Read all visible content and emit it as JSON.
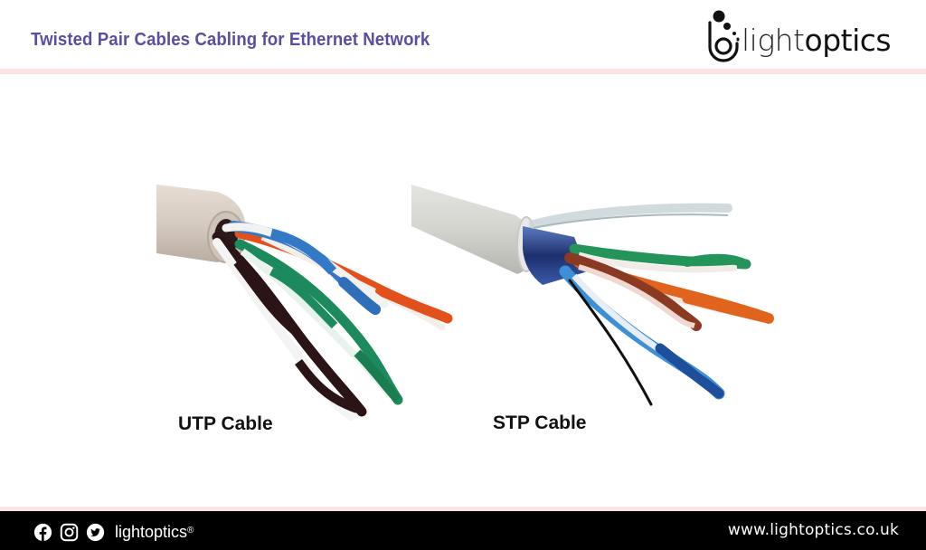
{
  "header": {
    "title": "Twisted Pair Cables Cabling for Ethernet Network",
    "title_color": "#5a4ea0",
    "logo": {
      "text_light": "light",
      "text_bold": "optics",
      "icon": "lightoptics-logo-icon"
    }
  },
  "bands": {
    "color": "#fde4e4"
  },
  "figure": {
    "cables": [
      {
        "label": "UTP Cable",
        "jacket_color": "#d8cfc6",
        "pairs": [
          "blue",
          "orange",
          "green",
          "brown"
        ]
      },
      {
        "label": "STP Cable",
        "jacket_color": "#d9d9d6",
        "shield": "foil",
        "pairs": [
          "green",
          "orange",
          "brown",
          "blue"
        ],
        "drain_wire": "black"
      }
    ]
  },
  "footer": {
    "social_icons": [
      "facebook-icon",
      "instagram-icon",
      "twitter-icon"
    ],
    "brand": "lightoptics",
    "brand_mark": "®",
    "website": "www.lightoptics.co.uk",
    "background": "#000000"
  }
}
